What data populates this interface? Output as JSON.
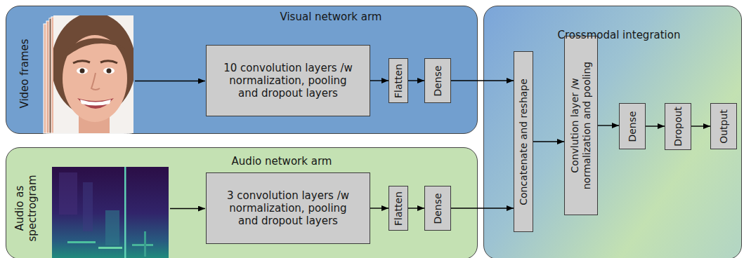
{
  "diagram": {
    "nodes": [
      {
        "text": [
          "Visual network arm"
        ]
      },
      {
        "text": [
          "10 convolution layers /w normalization, pooling and dropout layers"
        ],
        "in": 0
      },
      {
        "text": [
          "Flatten"
        ],
        "in": 0
      },
      {
        "text": [
          "Dense"
        ],
        "in": 0
      },
      {
        "text": [
          "Audio network arm"
        ]
      },
      {
        "text": [
          "3 convolution layers /w normalization, pooling and dropout layers"
        ],
        "in": 4
      },
      {
        "text": [
          "Flatten"
        ],
        "in": 4
      },
      {
        "text": [
          "Dense"
        ],
        "in": 4
      },
      {
        "text": [
          "Crossmodal integration"
        ]
      },
      {
        "text": [
          "Concatenate and reshape"
        ],
        "in": 8
      },
      {
        "text": [
          "Convlution layer /w normalization and pooling"
        ],
        "in": 8
      },
      {
        "text": [
          "Dense"
        ],
        "in": 8
      },
      {
        "text": [
          "Dropout"
        ],
        "in": 8
      },
      {
        "text": [
          "Output"
        ],
        "in": 8
      }
    ],
    "edges": [
      {
        "from": 1,
        "to": 2,
        "arrow": "to"
      },
      {
        "from": 2,
        "to": 3,
        "arrow": "to"
      },
      {
        "from": 3,
        "to": 9,
        "arrow": "to"
      },
      {
        "from": 5,
        "to": 6,
        "arrow": "to"
      },
      {
        "from": 6,
        "to": 7,
        "arrow": "to"
      },
      {
        "from": 7,
        "to": 9,
        "arrow": "to"
      },
      {
        "from": 9,
        "to": 10,
        "arrow": "to"
      },
      {
        "from": 10,
        "to": 11,
        "arrow": "to"
      },
      {
        "from": 11,
        "to": 12,
        "arrow": "to"
      },
      {
        "from": 12,
        "to": 13,
        "arrow": "to"
      }
    ],
    "labels": [
      "Video frames",
      "Audio as spectrogram"
    ]
  }
}
